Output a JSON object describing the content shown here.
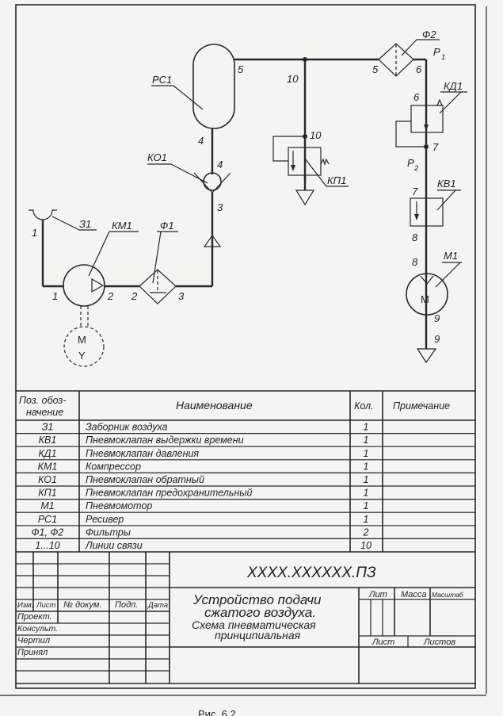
{
  "diagram": {
    "components": {
      "receiver": {
        "label": "РС1",
        "port_top": "5",
        "port_bottom": "4"
      },
      "check_valve": {
        "label": "КО1",
        "port_in": "3",
        "port_out": "4"
      },
      "intake": {
        "label": "З1",
        "port": "1"
      },
      "compressor": {
        "label": "КМ1",
        "port_in": "1",
        "port_out": "2"
      },
      "filter1": {
        "label": "Ф1",
        "port_in": "2",
        "port_out": "3"
      },
      "filter2": {
        "label": "Ф2",
        "port_in": "5",
        "port_out": "6"
      },
      "drive_motor": {
        "line1": "M",
        "line2": "Y"
      },
      "safety_valve": {
        "label": "КП1",
        "port_top": "10",
        "junction": "10"
      },
      "pressure_valve": {
        "label": "КД1",
        "port_in": "6",
        "port_out": "7",
        "pressure_in": "P",
        "pressure_in_sub": "1",
        "pressure_out": "P",
        "pressure_out_sub": "2"
      },
      "time_valve": {
        "label": "КВ1",
        "port_in": "7",
        "port_out": "8"
      },
      "air_motor": {
        "label": "М1",
        "symbol": "M",
        "port_in": "8",
        "port_out": "9",
        "exhaust": "9"
      },
      "line_3": "3"
    }
  },
  "spec_table": {
    "headers": {
      "pos": "Поз. обоз-",
      "pos2": "начение",
      "name": "Наименование",
      "qty": "Кол.",
      "note": "Примечание"
    },
    "rows": [
      {
        "pos": "З1",
        "name": "Заборник воздуха",
        "qty": "1",
        "note": ""
      },
      {
        "pos": "КВ1",
        "name": "Пневмоклапан выдержки времени",
        "qty": "1",
        "note": ""
      },
      {
        "pos": "КД1",
        "name": "Пневмоклапан давления",
        "qty": "1",
        "note": ""
      },
      {
        "pos": "КМ1",
        "name": "Компрессор",
        "qty": "1",
        "note": ""
      },
      {
        "pos": "КО1",
        "name": "Пневмоклапан обратный",
        "qty": "1",
        "note": ""
      },
      {
        "pos": "КП1",
        "name": "Пневмоклапан предохранительный",
        "qty": "1",
        "note": ""
      },
      {
        "pos": "М1",
        "name": "Пневмомотор",
        "qty": "1",
        "note": ""
      },
      {
        "pos": "РС1",
        "name": "Ресивер",
        "qty": "1",
        "note": ""
      },
      {
        "pos": "Ф1, Ф2",
        "name": "Фильтры",
        "qty": "2",
        "note": ""
      },
      {
        "pos": "1...10",
        "name": "Линии связи",
        "qty": "10",
        "note": ""
      }
    ]
  },
  "title_block": {
    "doc_code": "XXXX.XXXXXX.ПЗ",
    "title_line1": "Устройство подачи",
    "title_line2": "сжатого воздуха.",
    "title_line3": "Схема пневматическая",
    "title_line4": "принципиальная",
    "col_izm": "Изм.",
    "col_list": "Лист",
    "col_doc": "№ докум.",
    "col_sign": "Подп.",
    "col_date": "Дата",
    "row_proekt": "Проект.",
    "row_konsult": "Консульт.",
    "row_chertil": "Чертил",
    "row_prinyal": "Принял",
    "lit": "Лит",
    "mass": "Масса",
    "scale": "Масштаб",
    "sheet": "Лист",
    "sheets": "Листов"
  },
  "caption": "Рис. 6.2"
}
